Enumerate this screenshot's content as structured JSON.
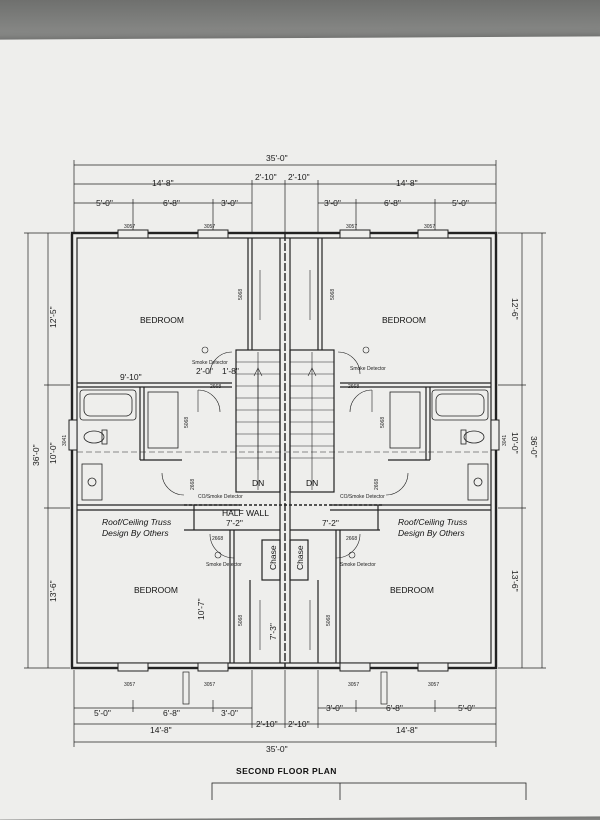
{
  "plan": {
    "title": "SECOND FLOOR PLAN",
    "rooms": {
      "tl": "BEDROOM",
      "tr": "BEDROOM",
      "bl": "BEDROOM",
      "br": "BEDROOM",
      "half_wall": "HALF WALL",
      "stair_left": "DN",
      "stair_right": "DN",
      "chase_left": "Chase",
      "chase_right": "Chase"
    },
    "notes": {
      "truss_left_1": "Roof/Ceiling Truss",
      "truss_left_2": "Design By Others",
      "truss_right_1": "Roof/Ceiling Truss",
      "truss_right_2": "Design By Others",
      "smoke": "Smoke Detector",
      "co_smoke": "CO/Smoke Detector"
    },
    "top_dims": {
      "overall": "35'-0\"",
      "left_half": "14'-8\"",
      "right_half": "14'-8\"",
      "center_left": "2'-10\"",
      "center_right": "2'-10\"",
      "l1": "5'-0\"",
      "l2": "6'-8\"",
      "l3": "3'-0\"",
      "r1": "3'-0\"",
      "r2": "6'-8\"",
      "r3": "5'-0\""
    },
    "bottom_dims": {
      "overall": "35'-0\"",
      "left_half": "14'-8\"",
      "right_half": "14'-8\"",
      "center_left": "2'-10\"",
      "center_right": "2'-10\"",
      "l1": "5'-0\"",
      "l2": "6'-8\"",
      "l3": "3'-0\"",
      "r1": "3'-0\"",
      "r2": "6'-8\"",
      "r3": "5'-0\""
    },
    "left_dims": {
      "overall": "36'-0\"",
      "top": "12'-5\"",
      "middle": "10'-0\"",
      "bottom": "13'-6\""
    },
    "right_dims": {
      "overall": "36'-0\"",
      "top": "12'-6\"",
      "middle": "10'-0\"",
      "bottom": "13'-6\""
    },
    "interior_dims": {
      "hall_width": "9'-10\"",
      "small": "2'-0\"",
      "small2": "1'-8\"",
      "bottom_left_w": "7'-2\"",
      "bottom_right_w": "7'-2\"",
      "bl_height": "10'-7\"",
      "closet_h": "7'-3\""
    },
    "tags": {
      "win": "3057",
      "door_closet": "5068",
      "door_room": "2668",
      "door_bath": "2668",
      "win_side": "3041"
    }
  }
}
